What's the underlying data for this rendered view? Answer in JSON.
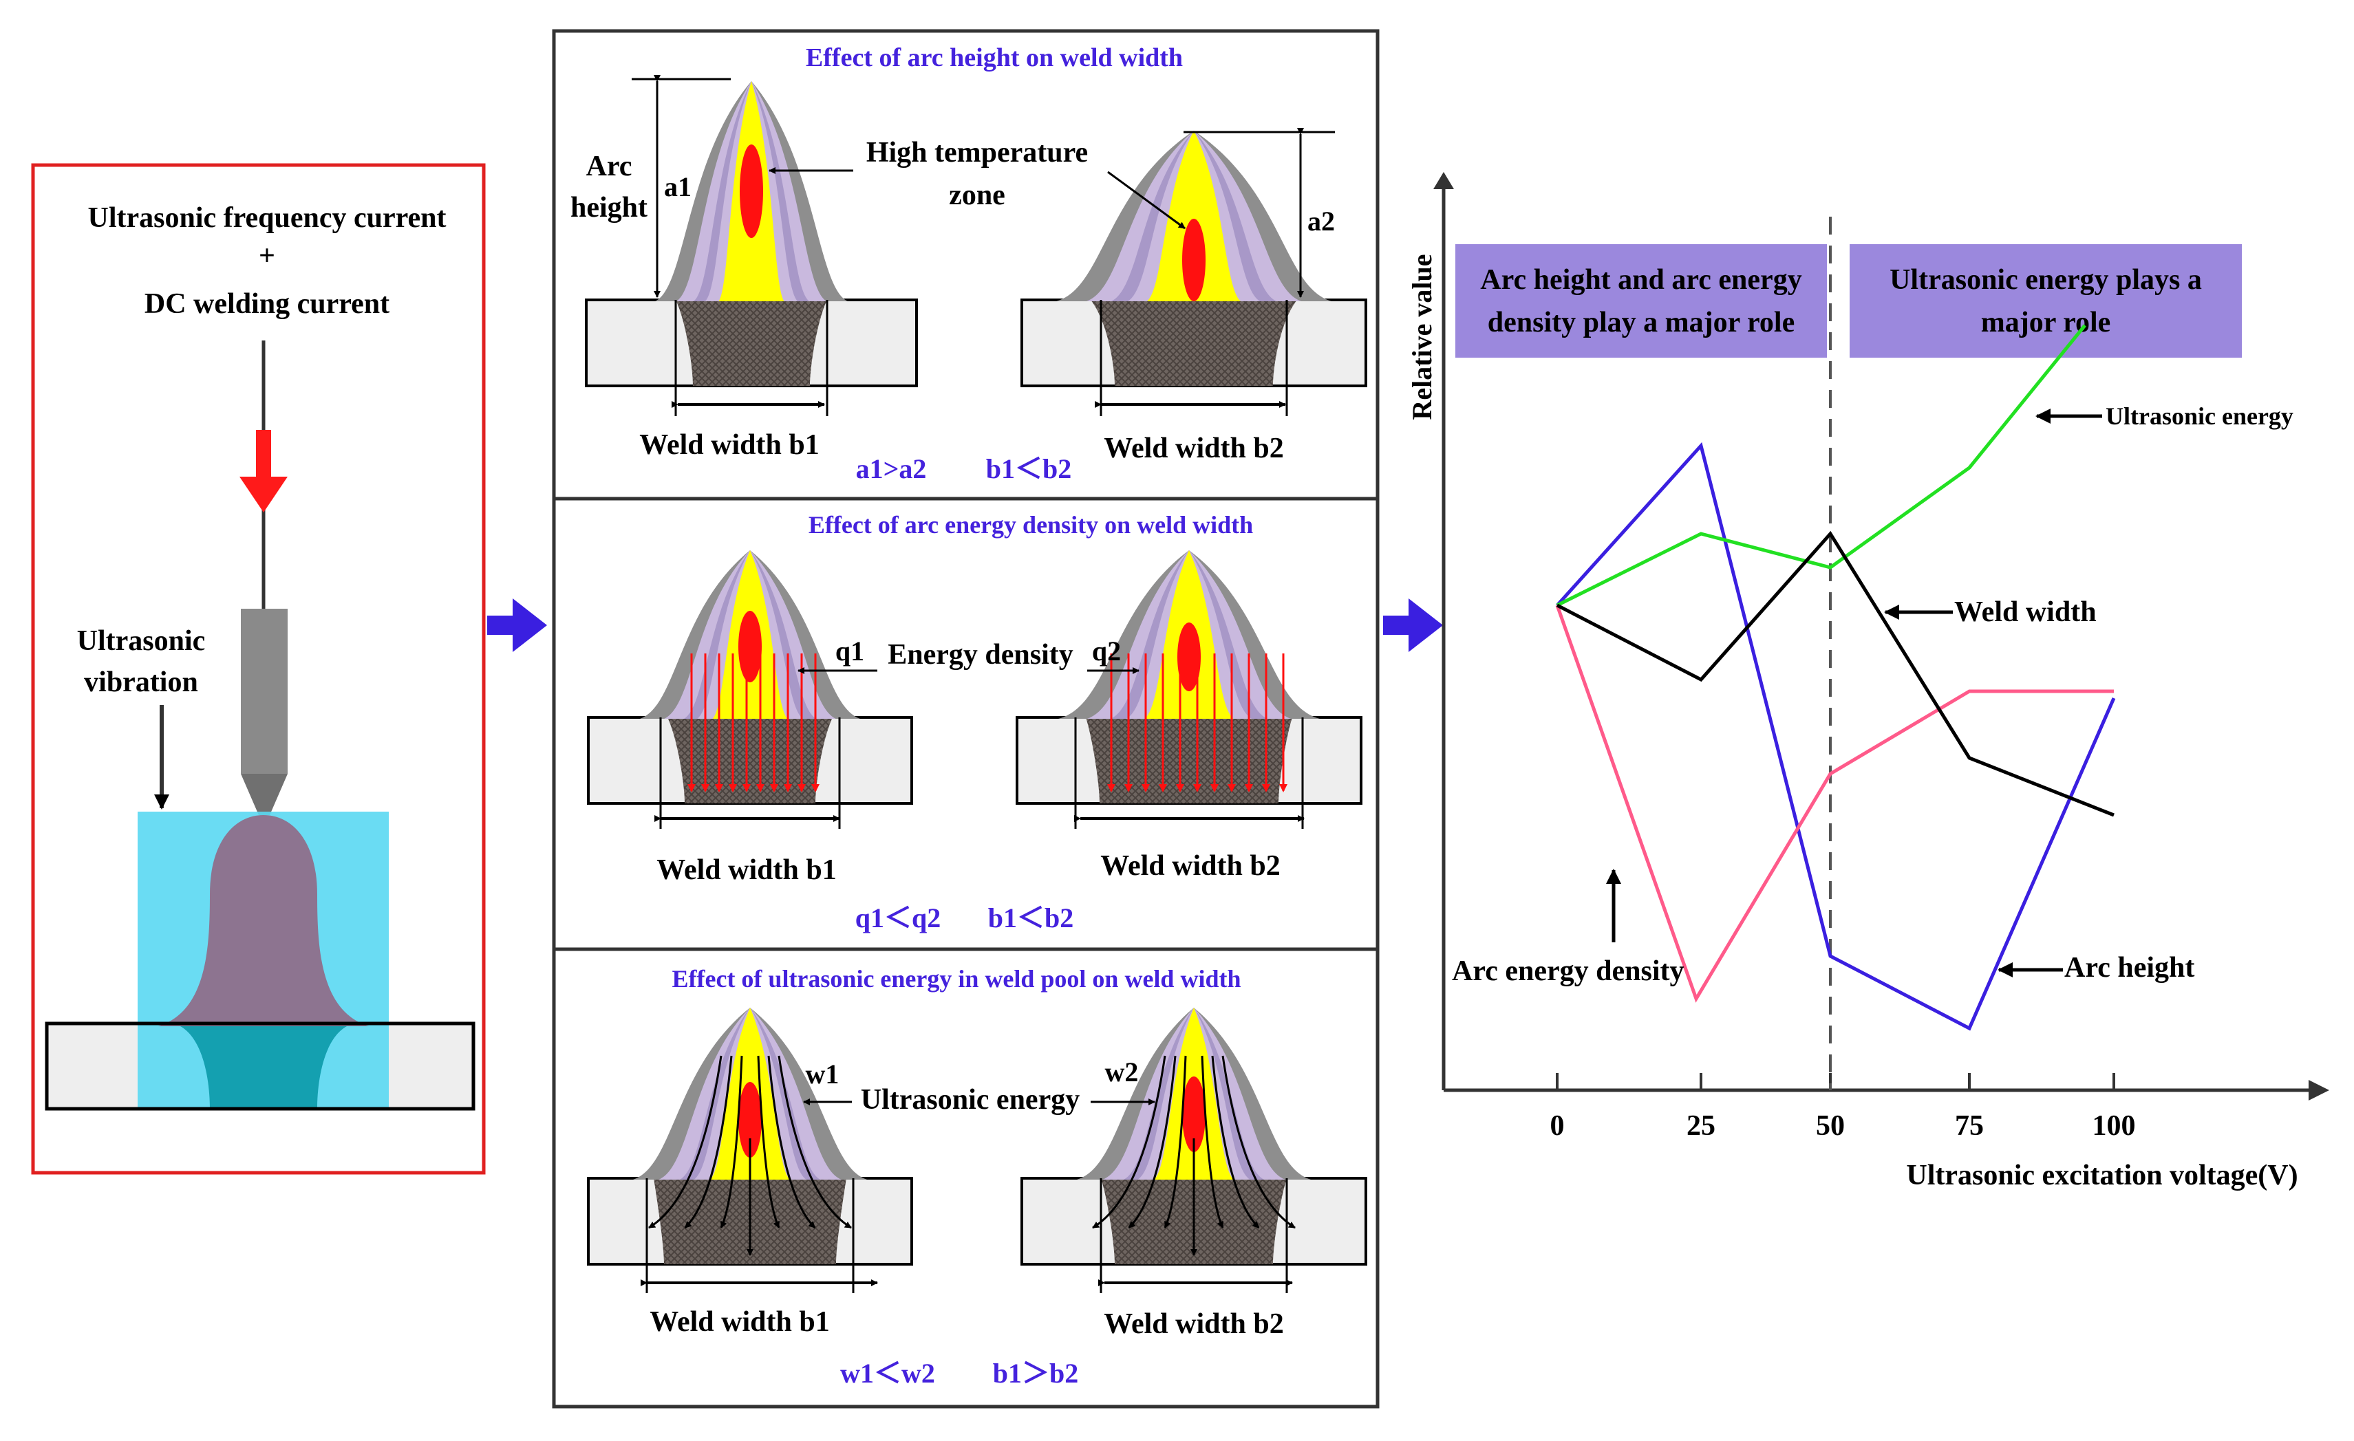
{
  "left_panel": {
    "line1": "Ultrasonic frequency current",
    "plus": "+",
    "line2": "DC welding current",
    "vibration_line1": "Ultrasonic",
    "vibration_line2": "vibration"
  },
  "panel_a": {
    "title": "Effect of arc height on weld width",
    "arc_label_1": "Arc",
    "arc_label_2": "height",
    "a1": "a1",
    "a2": "a2",
    "htz_1": "High temperature",
    "htz_2": "zone",
    "weld_b1": "Weld width b1",
    "weld_b2": "Weld width b2",
    "rel_1": "a1>a2",
    "rel_2": "b1＜b2"
  },
  "panel_b": {
    "title": "Effect of  arc energy density on weld width",
    "q1": "q1",
    "energy": "Energy density",
    "q2": "q2",
    "weld_b1": "Weld width b1",
    "weld_b2": "Weld width b2",
    "rel_1": "q1＜q2",
    "rel_2": "b1＜b2"
  },
  "panel_c": {
    "title": "Effect of ultrasonic energy in weld pool on weld width",
    "w1": "w1",
    "ultra": "Ultrasonic energy",
    "w2": "w2",
    "weld_b1": "Weld width b1",
    "weld_b2": "Weld width b2",
    "rel_1": "w1＜w2",
    "rel_2": "b1＞b2"
  },
  "chart": {
    "ylabel": "Relative value",
    "xlabel": "Ultrasonic excitation voltage(V)",
    "ticks": [
      "0",
      "25",
      "50",
      "75",
      "100"
    ],
    "box_left_1": "Arc height and arc energy",
    "box_left_2": "density play a major role",
    "box_right_1": "Ultrasonic energy plays a",
    "box_right_2": "major role",
    "lbl_ultra": "Ultrasonic energy",
    "lbl_weld": "Weld width",
    "lbl_arch": "Arc height",
    "lbl_density": "Arc energy density"
  },
  "colors": {
    "weld_width": "#000000",
    "arc_height": "#3a1fe0",
    "ultrasonic_energy": "#22e022",
    "arc_energy_density": "#ff5a8a",
    "purple_box": "#9b88dd",
    "panel_title": "#4422dd",
    "cyan": "#5ad8f2",
    "red_frame": "#e02020"
  }
}
